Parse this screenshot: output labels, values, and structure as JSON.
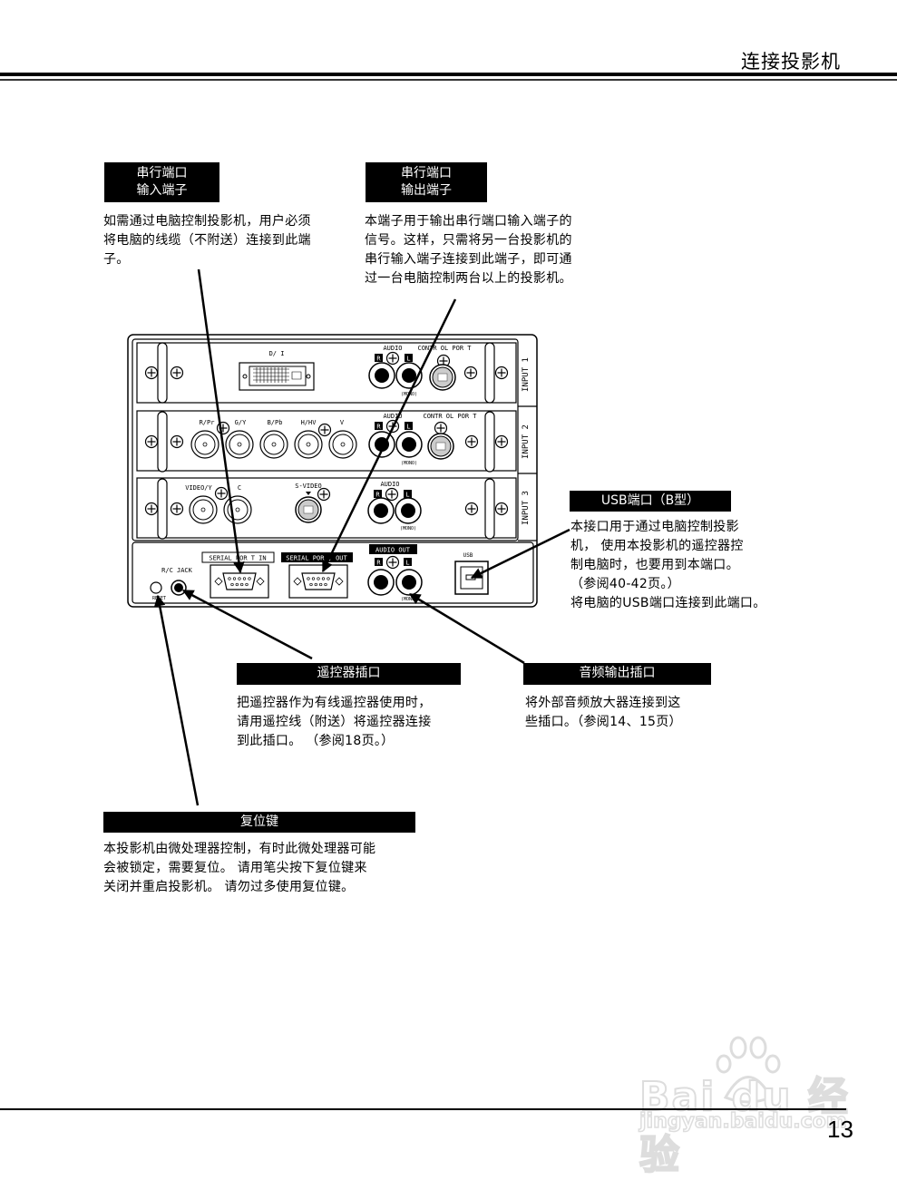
{
  "header": {
    "title": "连接投影机"
  },
  "callouts": {
    "serial_in": {
      "label_lines": [
        "串行端口",
        "输入端子"
      ],
      "text": "如需通过电脑控制投影机，用户必须\n将电脑的线缆（不附送）连接到此端\n子。"
    },
    "serial_out": {
      "label_lines": [
        "串行端口",
        "输出端子"
      ],
      "text": "本端子用于输出串行端口输入端子的\n信号。这样，只需将另一台投影机的\n串行输入端子连接到此端子，即可通\n过一台电脑控制两台以上的投影机。"
    },
    "usb": {
      "label": "USB端口（B型）",
      "text": "本接口用于通过电脑控制投影\n机， 使用本投影机的遥控器控\n制电脑时，也要用到本端口。\n（参阅40-42页。）\n将电脑的USB端口连接到此端口。"
    },
    "rc_jack": {
      "label": "遥控器插口",
      "text": "把遥控器作为有线遥控器使用时，\n请用遥控线（附送）将遥控器连接\n到此插口。 （参阅18页。）"
    },
    "audio_out": {
      "label": "音频输出插口",
      "text": "将外部音频放大器连接到这\n些插口。（参阅14、15页）"
    },
    "reset": {
      "label": "复位键",
      "text": "本投影机由微处理器控制，有时此微处理器可能\n会被锁定，需要复位。 请用笔尖按下复位键来\n关闭并重启投影机。 请勿过多使用复位键。"
    }
  },
  "panel": {
    "input1": {
      "tab": "INPUT 1",
      "dvi": "D/ I",
      "audio": "AUDIO",
      "control": "CONTR  OL POR  T",
      "r": "R",
      "l": "L",
      "mono": "(MONO)"
    },
    "input2": {
      "tab": "INPUT 2",
      "bnc": [
        "R/Pr",
        "G/Y",
        "B/Pb",
        "H/HV",
        "V"
      ],
      "audio": "AUDIO",
      "control": "CONTR  OL POR  T",
      "r": "R",
      "l": "L",
      "mono": "(MONO)"
    },
    "input3": {
      "tab": "INPUT 3",
      "video": "VIDEO/Y",
      "c": "C",
      "svideo": "S-VIDEO",
      "audio": "AUDIO",
      "r": "R",
      "l": "L",
      "mono": "(MONO)"
    },
    "bottom": {
      "serial_in": "SERIAL  POR   T  IN",
      "serial_out": "SERIAL  POR   ,  OUT",
      "audio_out": "AUDIO OUT",
      "usb": "USB",
      "rc_jack": "R/C JACK",
      "reset": "RESET",
      "r": "R",
      "l": "L",
      "mono": "(MONO)"
    }
  },
  "footer": {
    "page_number": "13",
    "watermark_brand": "Bai du 经验",
    "watermark_url": "jingyan.baidu.com"
  }
}
